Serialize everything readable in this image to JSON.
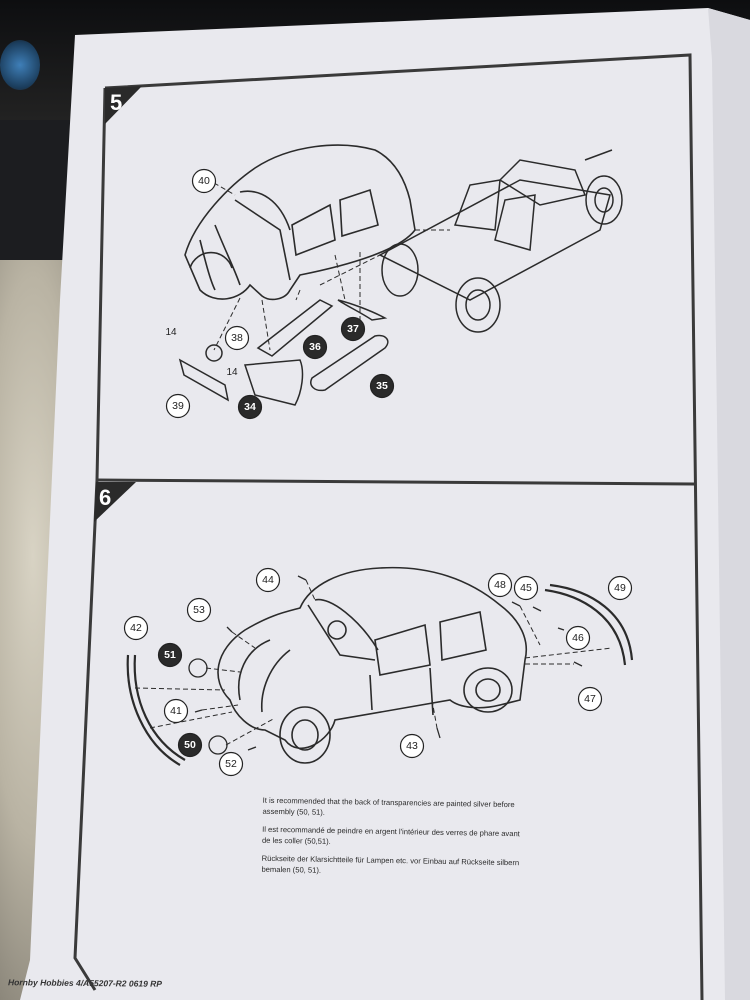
{
  "steps": [
    {
      "number": "5"
    },
    {
      "number": "6"
    }
  ],
  "step5_parts": {
    "p40": "40",
    "p38": "38",
    "p39": "39",
    "p34": "34",
    "p36": "36",
    "p37": "37",
    "p35": "35",
    "p14a": "14",
    "p14b": "14"
  },
  "step6_parts": {
    "p44": "44",
    "p48": "48",
    "p45": "45",
    "p49": "49",
    "p53": "53",
    "p42": "42",
    "p46": "46",
    "p51": "51",
    "p47": "47",
    "p41": "41",
    "p43": "43",
    "p50": "50",
    "p52": "52"
  },
  "notes": {
    "english": "It is recommended that the back of transparencies are painted silver before assembly (50, 51).",
    "french": "Il est recommandé de peindre en argent l'intérieur des verres de phare avant de les coller (50,51).",
    "german": "Rückseite der Klarsichtteile für Lampen etc. vor Einbau auf Rückseite silbern bemalen (50, 51)."
  },
  "footer": "Hornby Hobbies 4/A55207-R2 0619 RP",
  "colors": {
    "paper": "#e8e8ec",
    "ink": "#2b2b2b",
    "badge": "#2a2a2a"
  }
}
